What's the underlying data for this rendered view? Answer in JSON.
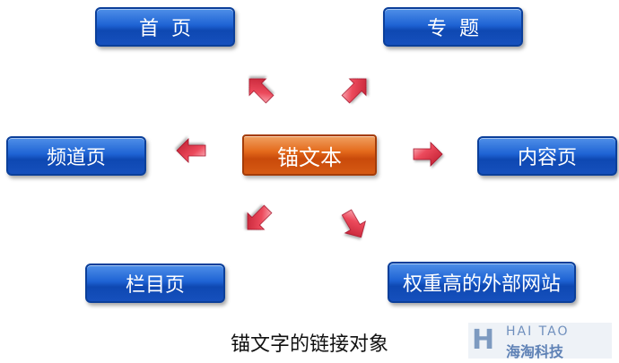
{
  "center": {
    "label": "锚文本"
  },
  "nodes": {
    "home": "首  页",
    "topic": "专  题",
    "channel": "频道页",
    "content": "内容页",
    "column": "栏目页",
    "external": "权重高的外部网站"
  },
  "caption": "锚文字的链接对象",
  "logo": {
    "top": "HAI TAO",
    "bottom": "海淘科技"
  },
  "colors": {
    "node": "#1e63d4",
    "center": "#e46a1c",
    "arrow": "#d8233a"
  }
}
